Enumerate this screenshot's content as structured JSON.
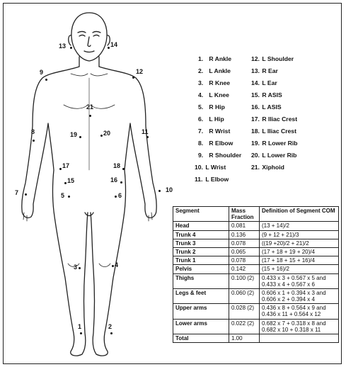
{
  "markers": [
    {
      "label": "13"
    },
    {
      "label": "14"
    },
    {
      "label": "9"
    },
    {
      "label": "12"
    },
    {
      "label": "21"
    },
    {
      "label": "8"
    },
    {
      "label": "19"
    },
    {
      "label": "20"
    },
    {
      "label": "11"
    },
    {
      "label": "17"
    },
    {
      "label": "18"
    },
    {
      "label": "15"
    },
    {
      "label": "16"
    },
    {
      "label": "7"
    },
    {
      "label": "5"
    },
    {
      "label": "6"
    },
    {
      "label": "10"
    },
    {
      "label": "3"
    },
    {
      "label": "4"
    },
    {
      "label": "1"
    },
    {
      "label": "2"
    }
  ],
  "legend_left": [
    {
      "num": "1.",
      "name": "R Ankle"
    },
    {
      "num": "2.",
      "name": "L Ankle"
    },
    {
      "num": "3.",
      "name": "R Knee"
    },
    {
      "num": "4.",
      "name": "L Knee"
    },
    {
      "num": "5.",
      "name": "R Hip"
    },
    {
      "num": "6.",
      "name": "L Hip"
    },
    {
      "num": "7.",
      "name": "R Wrist"
    },
    {
      "num": "8.",
      "name": "R Elbow"
    },
    {
      "num": "9.",
      "name": "R Shoulder"
    },
    {
      "num": "10.",
      "name": "L Wrist"
    },
    {
      "num": "11.",
      "name": "L Elbow"
    }
  ],
  "legend_right": [
    {
      "num": "12.",
      "name": "L Shoulder"
    },
    {
      "num": "13.",
      "name": "R Ear"
    },
    {
      "num": "14.",
      "name": "L Ear"
    },
    {
      "num": "15.",
      "name": "R ASIS"
    },
    {
      "num": "16.",
      "name": "L ASIS"
    },
    {
      "num": "17.",
      "name": "R Iliac Crest"
    },
    {
      "num": "18.",
      "name": "L Iliac Crest"
    },
    {
      "num": "19.",
      "name": "R Lower Rib"
    },
    {
      "num": "20.",
      "name": "L Lower Rib"
    },
    {
      "num": "21.",
      "name": "Xiphoid"
    }
  ],
  "table": {
    "headers": [
      "Segment",
      "Mass Fraction",
      "Definition of  Segment COM"
    ],
    "rows": [
      [
        "Head",
        "0.081",
        "(13 + 14)/2"
      ],
      [
        "Trunk 4",
        "0.136",
        "(9 + 12 + 21)/3"
      ],
      [
        "Trunk 3",
        "0.078",
        "((19 +20)/2 + 21)/2"
      ],
      [
        "Trunk 2",
        "0.065",
        "(17 + 18 + 19 + 20)/4"
      ],
      [
        "Trunk 1",
        "0.078",
        "(17 + 18 + 15 + 16)/4"
      ],
      [
        "Pelvis",
        "0.142",
        "(15 + 16)/2"
      ],
      [
        "Thighs",
        "0.100 (2)",
        "0.433 x 3 + 0.567 x 5 and\n0.433 x 4 + 0.567 x 6"
      ],
      [
        "Legs & feet",
        "0.060 (2)",
        "0.606 x 1 + 0.394 x 3 and\n0.606 x 2 + 0.394 x 4"
      ],
      [
        "Upper arms",
        "0.028 (2)",
        "0.436 x 8 + 0.564 x 9 and\n0.436 x 11 + 0.564 x 12"
      ],
      [
        "Lower arms",
        "0.022 (2)",
        "0.682 x 7 + 0.318 x 8 and\n0.682 x 10 + 0.318 x 11"
      ],
      [
        "Total",
        "1.00",
        ""
      ]
    ]
  }
}
